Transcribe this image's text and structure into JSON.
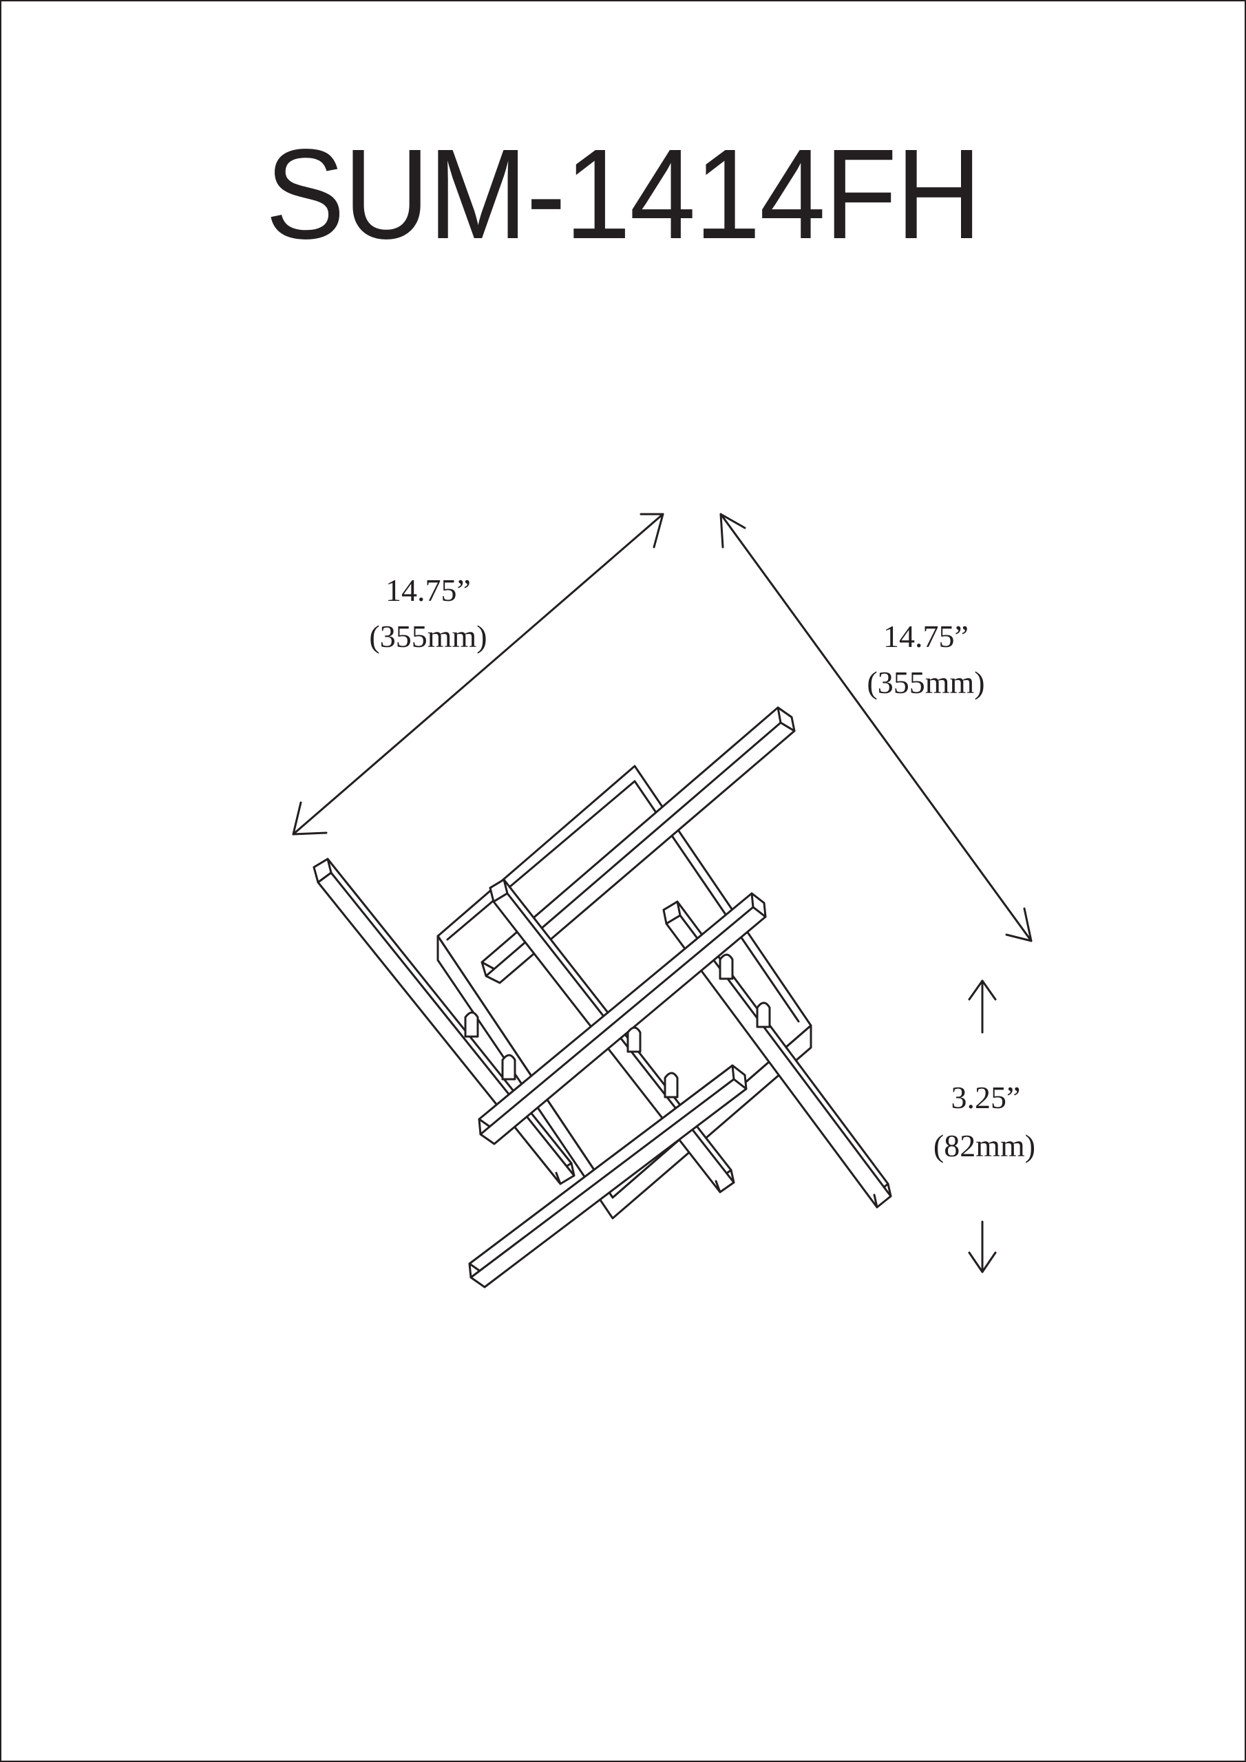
{
  "title": "SUM-1414FH",
  "colors": {
    "ink": "#231f20",
    "background": "#ffffff"
  },
  "dimensions": {
    "width": {
      "inches": "14.75”",
      "mm": "(355mm)"
    },
    "depth": {
      "inches": "14.75”",
      "mm": "(355mm)"
    },
    "height": {
      "inches": "3.25”",
      "mm": "(82mm)"
    }
  }
}
